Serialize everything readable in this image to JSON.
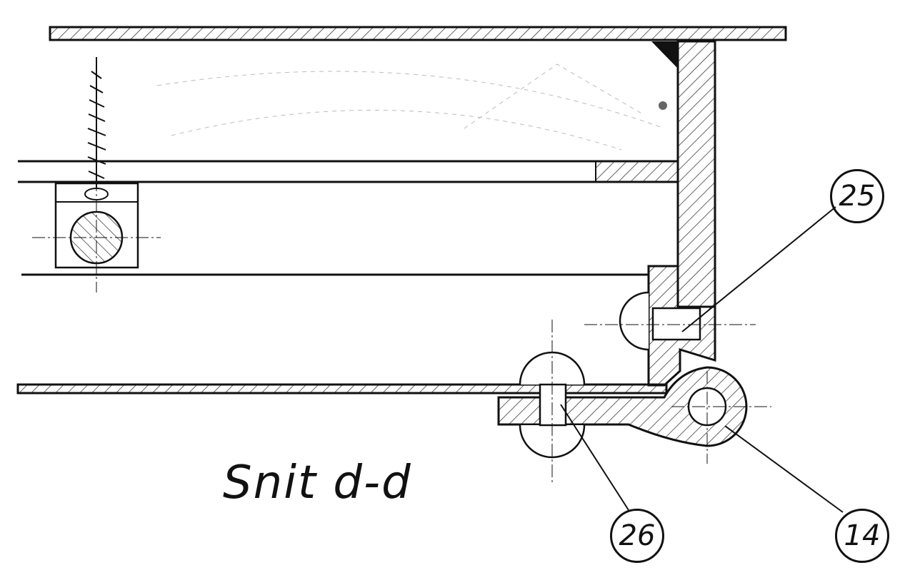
{
  "drawing": {
    "section_title": "Snit d-d",
    "callouts": {
      "c25": "25",
      "c26": "26",
      "c14": "14"
    }
  }
}
